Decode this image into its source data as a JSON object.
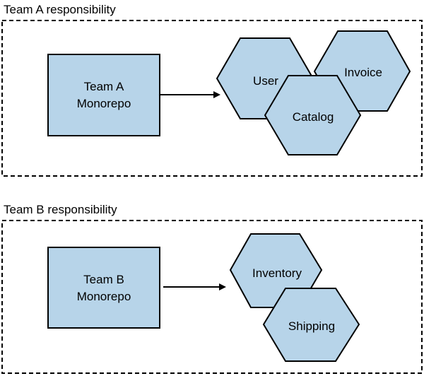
{
  "sections": [
    {
      "title": "Team A responsibility",
      "repo": {
        "line1": "Team A",
        "line2": "Monorepo"
      },
      "services": [
        "User",
        "Invoice",
        "Catalog"
      ]
    },
    {
      "title": "Team B responsibility",
      "repo": {
        "line1": "Team B",
        "line2": "Monorepo"
      },
      "services": [
        "Inventory",
        "Shipping"
      ]
    }
  ],
  "colors": {
    "fill": "#b7d4e9",
    "stroke": "#000000",
    "background": "#ffffff"
  }
}
